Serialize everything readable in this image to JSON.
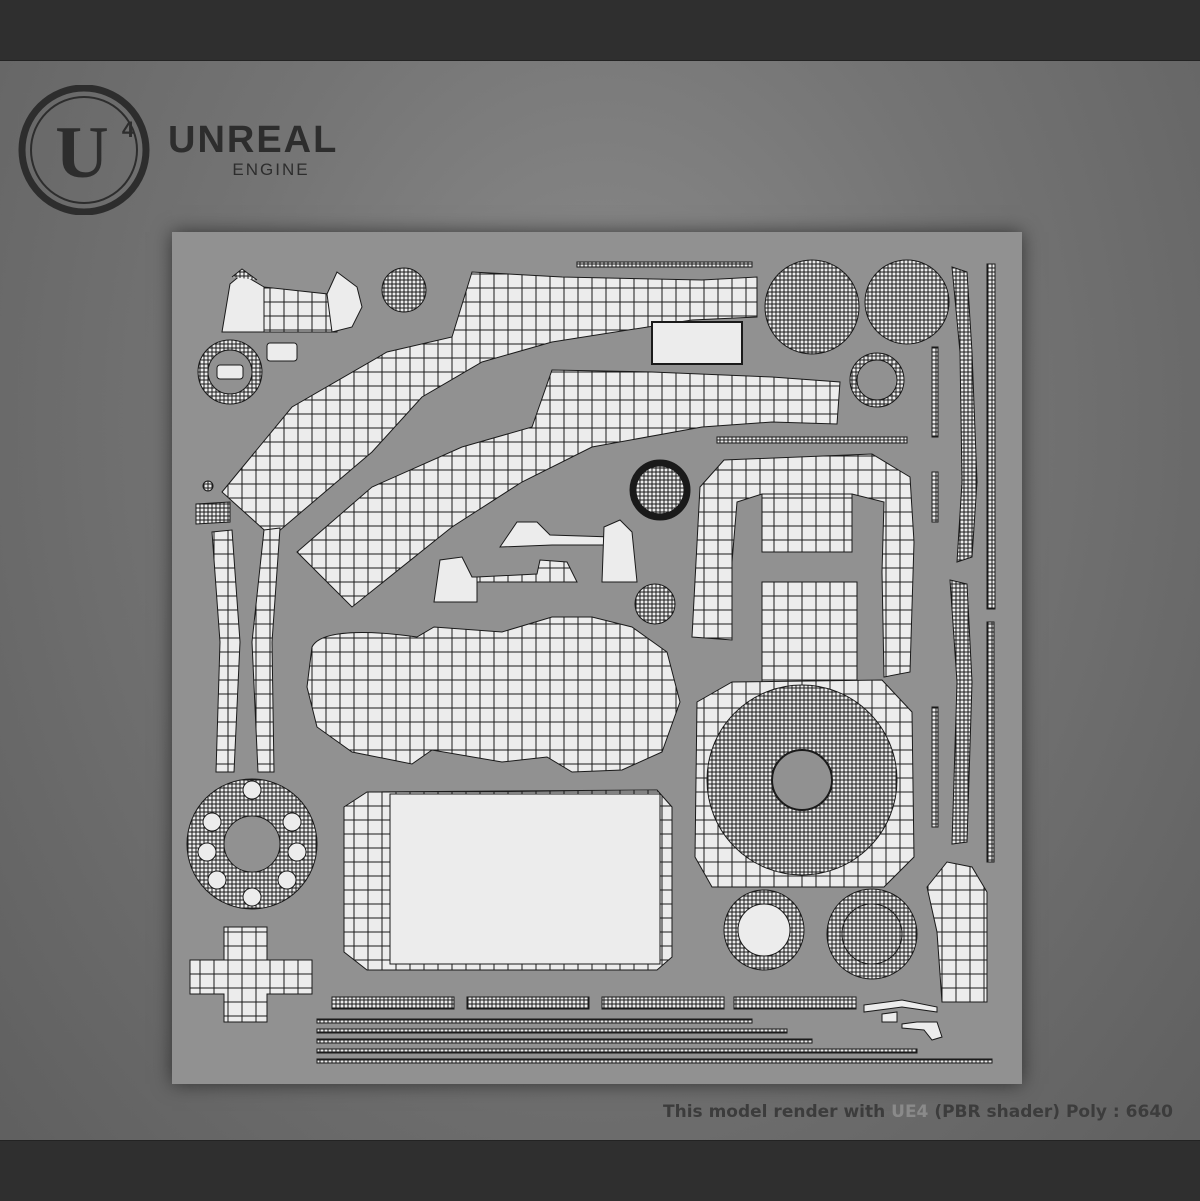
{
  "logo": {
    "badge_mark": "U",
    "badge_version": "4",
    "title": "UNREAL",
    "subtitle": "ENGINE"
  },
  "caption": {
    "prefix": "This model render with",
    "highlight": "UE4",
    "middle": "(PBR shader) Poly :",
    "poly_count": "6640"
  },
  "colors": {
    "frame_bar": "#2f2f2f",
    "background": "#747474",
    "uv_sheet": "#919191",
    "uv_island_fill": "#ececec",
    "wire": "#1a1a1a",
    "logo": "#2d2d2d",
    "caption_text": "#3c3c3c",
    "caption_highlight": "#8a8a8a"
  },
  "icons": [
    "unreal-engine-logo-icon"
  ]
}
